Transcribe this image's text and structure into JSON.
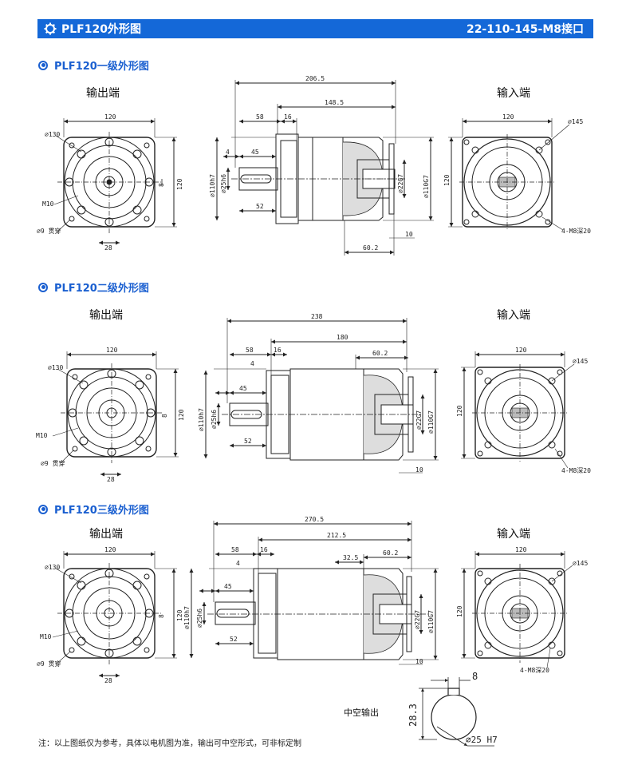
{
  "banner": {
    "title": "PLF120外形图",
    "spec": "22-110-145-M8接口"
  },
  "stages": [
    {
      "title": "PLF120一级外形图",
      "output_label": "输出端",
      "input_label": "输入端",
      "front": {
        "width": "120",
        "pcd": "⌀130",
        "thread": "M10",
        "hole": "⌀9 贯穿",
        "key": "8",
        "height": "120",
        "shaft": "28"
      },
      "side": {
        "total": "206.5",
        "body": "148.5",
        "flange": "58",
        "step": "16",
        "d4": "4",
        "key_len": "45",
        "shaft_len": "52",
        "dia1": "⌀110h7",
        "dia2": "⌀25h6",
        "bore": "⌀22G7",
        "pilot": "⌀110G7",
        "depth": "60.2",
        "lip": "10"
      },
      "rear": {
        "width": "120",
        "pcd": "⌀145",
        "height": "120",
        "thread": "4-M8深20"
      }
    },
    {
      "title": "PLF120二级外形图",
      "output_label": "输出端",
      "input_label": "输入端",
      "front": {
        "width": "120",
        "pcd": "⌀130",
        "thread": "M10",
        "hole": "⌀9 贯穿",
        "key": "8",
        "height": "120",
        "shaft": "28"
      },
      "side": {
        "total": "238",
        "body": "180",
        "flange": "58",
        "step": "16",
        "d4": "4",
        "key_len": "45",
        "shaft_len": "52",
        "dia1": "⌀110h7",
        "dia2": "⌀25h6",
        "bore": "⌀22G7",
        "pilot": "⌀110G7",
        "depth": "60.2",
        "lip": "10"
      },
      "rear": {
        "width": "120",
        "pcd": "⌀145",
        "height": "120",
        "thread": "4-M8深20"
      }
    },
    {
      "title": "PLF120三级外形图",
      "output_label": "输出端",
      "input_label": "输入端",
      "front": {
        "width": "120",
        "pcd": "⌀130",
        "thread": "M10",
        "hole": "⌀9 贯穿",
        "key": "8",
        "height": "120",
        "shaft": "28"
      },
      "side": {
        "total": "270.5",
        "body": "212.5",
        "flange": "58",
        "step": "16",
        "d4": "4",
        "key_len": "45",
        "shaft_len": "52",
        "dia1": "⌀110h7",
        "dia2": "⌀25h6",
        "bore": "⌀22G7",
        "pilot": "⌀110G7",
        "depth": "60.2",
        "mid": "32.5",
        "lip": "10"
      },
      "rear": {
        "width": "120",
        "pcd": "⌀145",
        "height": "120",
        "thread": "4-M8深20"
      }
    }
  ],
  "hollow": {
    "label": "中空输出",
    "key": "8",
    "height": "28.3",
    "dia": "⌀25 H7"
  },
  "note": "注：以上图纸仅为参考，具体以电机图为准，输出可中空形式，可非标定制"
}
